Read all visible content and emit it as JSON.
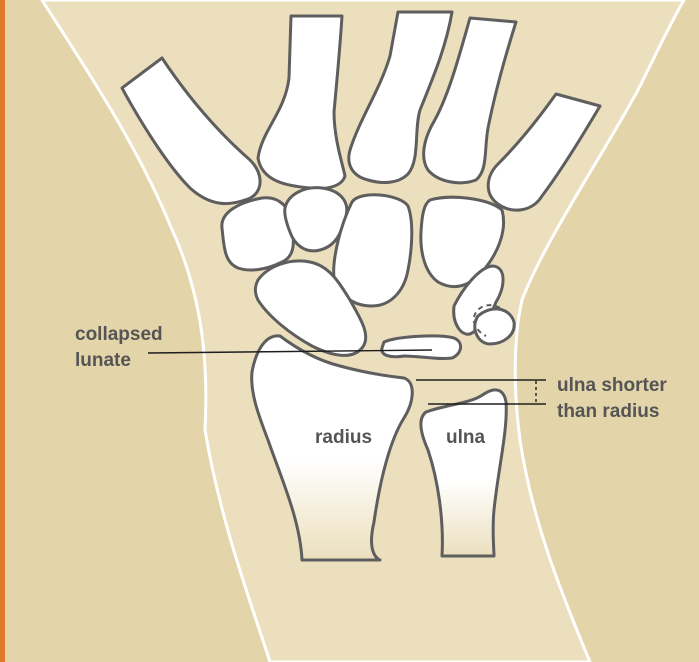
{
  "colors": {
    "background": "#e3d4aa",
    "skin": "#ebdfbd",
    "bone": "#ffffff",
    "bone_outline": "#5e5e5e",
    "border_accent": "#e07a2a",
    "label_text": "#555555"
  },
  "labels": {
    "collapsed_lunate_line1": "collapsed",
    "collapsed_lunate_line2": "lunate",
    "ulna_shorter_line1": "ulna shorter",
    "ulna_shorter_line2": "than radius",
    "radius": "radius",
    "ulna": "ulna"
  }
}
